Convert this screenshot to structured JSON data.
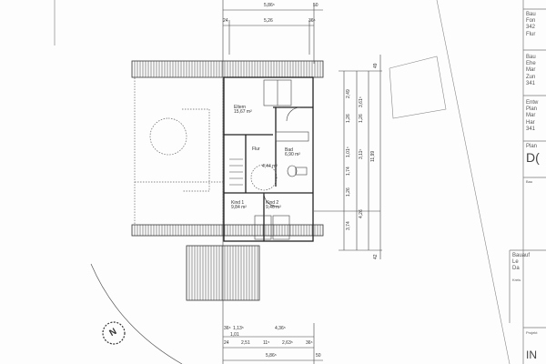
{
  "rooms": {
    "eltern": {
      "name": "Eltern",
      "area": "15,67 m²"
    },
    "flur": {
      "name": "Flur",
      "area": "4,44 m²"
    },
    "bad": {
      "name": "Bad",
      "area": "6,90 m²"
    },
    "kind1": {
      "name": "Kind 1",
      "area": "9,84 m²"
    },
    "kind2": {
      "name": "Kind 2",
      "area": "9,46 m²"
    }
  },
  "dims_top": [
    "5,86⁵",
    "50",
    "24",
    "5,26",
    "36⁵"
  ],
  "dims_right": [
    "2,49",
    "3,61⁵",
    "1,26",
    "1,26",
    "1,01⁵",
    "3,11⁵",
    "1,74",
    "1,26",
    "3,74",
    "4,26",
    "11,99",
    "49",
    "42"
  ],
  "dims_bottom": [
    "36⁵",
    "1,13⁵",
    "4,36⁵",
    "1,01",
    "24",
    "2,51",
    "11⁵",
    "2,63⁵",
    "36⁵",
    "5,86⁵",
    "50"
  ],
  "north": "N",
  "title_block": {
    "b1": [
      "Bau",
      "Fon",
      "342",
      "Flur"
    ],
    "b2": [
      "Bau",
      "Ehe",
      "Mar",
      "Zun",
      "341"
    ],
    "b3": [
      "Entw",
      "Plan",
      "Mar",
      "Har",
      "341"
    ],
    "plan_label": "Plan",
    "plan_code": "D(",
    "b4": [
      "Bau"
    ],
    "stamp": [
      "Bauauf",
      "Le",
      "Da",
      "Kreis"
    ],
    "project_label": "Projekt",
    "project_code": "IN"
  }
}
